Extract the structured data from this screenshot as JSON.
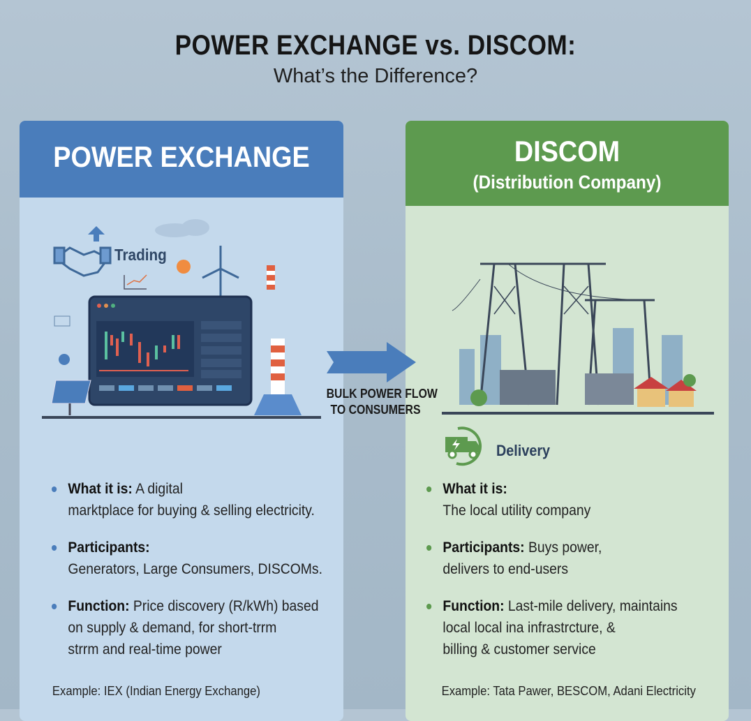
{
  "header": {
    "title": "POWER EXCHANGE vs. DISCOM:",
    "subtitle": "What’s the Difference?"
  },
  "power_exchange": {
    "title": "POWER EXCHANGE",
    "illustration_label": "Trading",
    "bullets": [
      {
        "label": "What it is:",
        "line1": " A digital",
        "line2": "marktplace for buying & selling electricity."
      },
      {
        "label": "Participants:",
        "line1": "",
        "line2": "Generators, Large Consumers, DISCOMs."
      },
      {
        "label": "Function:",
        "line1": " Price discovery (R/kWh) based",
        "line2": "on supply & demand, for short-trrm",
        "line3": "strrm and real-time power"
      }
    ],
    "example": "Example: IEX (Indian Energy Exchange)",
    "accent_color": "#4a7dbb"
  },
  "flow": {
    "line1": "BULK POWER FLOW",
    "line2": "TO CONSUMERS"
  },
  "discom": {
    "title": "DISCOM",
    "subtitle": "(Distribution Company)",
    "illustration_label": "Delivery",
    "bullets": [
      {
        "label": "What it is:",
        "line1": "",
        "line2": "The local utility company"
      },
      {
        "label": "Participants:",
        "line1": " Buys power,",
        "line2": "delivers to end-users"
      },
      {
        "label": "Function:",
        "line1": " Last-mile delivery, maintains",
        "line2": "local local ina infrastrcture, &",
        "line3": "billing & customer service"
      }
    ],
    "example": "Example: Tata Pawer, BESCOM, Adani Electricity",
    "accent_color": "#5d9a4f"
  }
}
